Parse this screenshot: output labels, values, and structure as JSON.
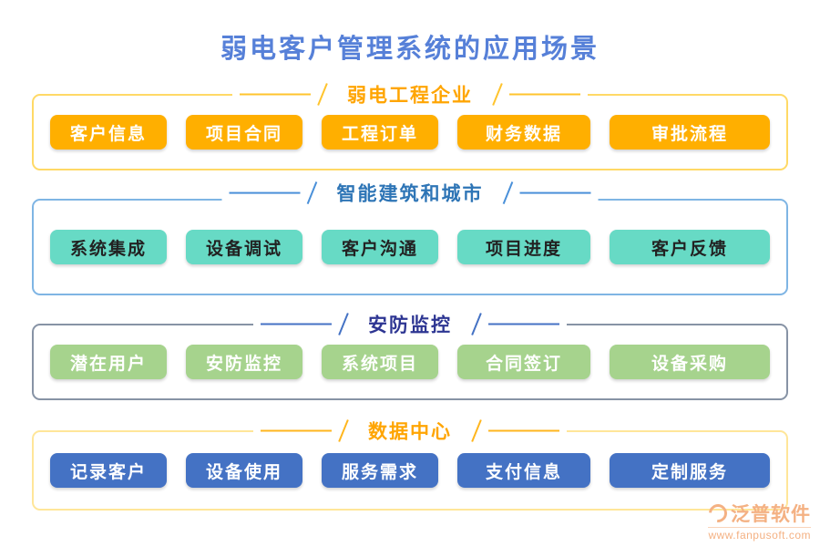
{
  "page": {
    "title": "弱电客户管理系统的应用场景",
    "title_color": "#5680D8"
  },
  "sections": [
    {
      "title": "弱电工程企业",
      "title_color": "#FFA502",
      "border_color": "#FFD966",
      "button_bg": "#FFAF00",
      "button_text_color": "#FFFFFF",
      "buttons": [
        "客户信息",
        "项目合同",
        "工程订单",
        "财务数据",
        "审批流程"
      ]
    },
    {
      "title": "智能建筑和城市",
      "title_color": "#2E75B6",
      "border_color": "#7FB5E4",
      "button_bg": "#67DAC5",
      "button_text_color": "#222222",
      "buttons": [
        "系统集成",
        "设备调试",
        "客户沟通",
        "项目进度",
        "客户反馈"
      ]
    },
    {
      "title": "安防监控",
      "title_color": "#2D3592",
      "border_color": "#8793A5",
      "button_bg": "#A6D38D",
      "button_text_color": "#FFFFFF",
      "buttons": [
        "潜在用户",
        "安防监控",
        "系统项目",
        "合同签订",
        "设备采购"
      ]
    },
    {
      "title": "数据中心",
      "title_color": "#FFA502",
      "border_color": "#FFE699",
      "button_bg": "#4472C4",
      "button_text_color": "#FFFFFF",
      "buttons": [
        "记录客户",
        "设备使用",
        "服务需求",
        "支付信息",
        "定制服务"
      ]
    }
  ],
  "watermark": {
    "brand": "泛普软件",
    "url": "www.fanpusoft.com",
    "color": "#F4B183"
  }
}
